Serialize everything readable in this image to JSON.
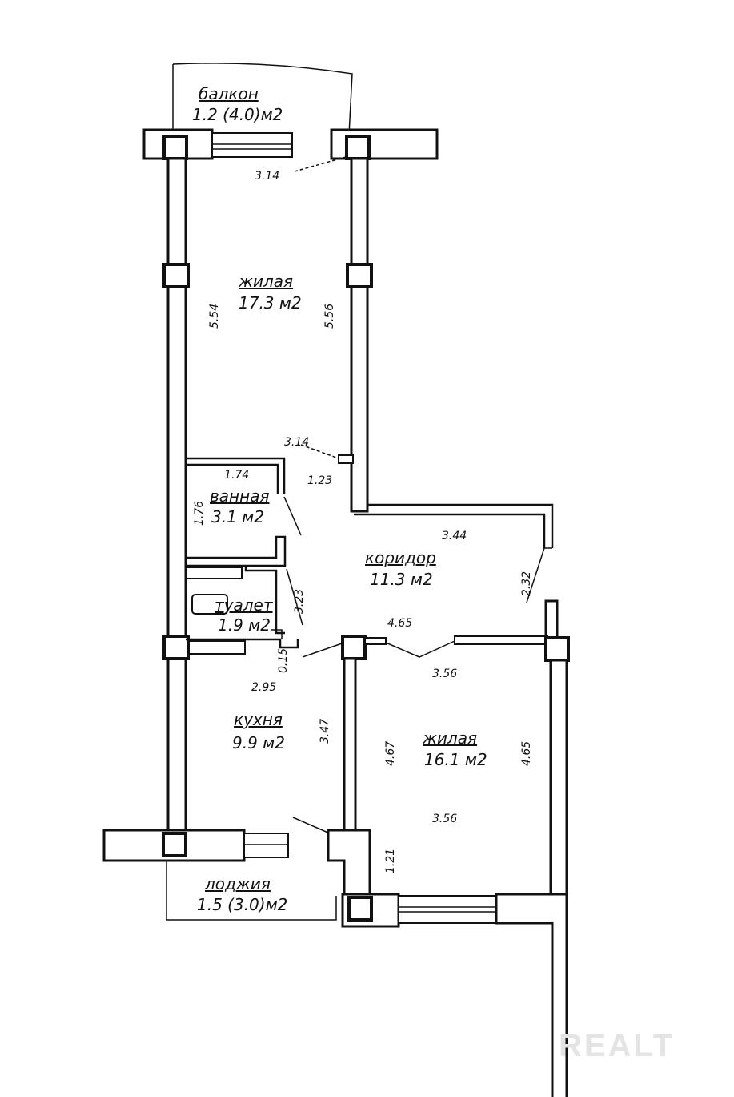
{
  "rooms": {
    "balcony": {
      "name": "балкон",
      "area": "1.2 (4.0)м2"
    },
    "living_top": {
      "name": "жилая",
      "area": "17.3 м2"
    },
    "bath": {
      "name": "ванная",
      "area": "3.1 м2"
    },
    "corridor": {
      "name": "коридор",
      "area": "11.3 м2"
    },
    "toilet": {
      "name": "туалет",
      "area": "1.9 м2"
    },
    "kitchen": {
      "name": "кухня",
      "area": "9.9 м2"
    },
    "living_bottom": {
      "name": "жилая",
      "area": "16.1 м2"
    },
    "loggia": {
      "name": "лоджия",
      "area": "1.5 (3.0)м2"
    }
  },
  "dimensions": {
    "d_314_top": "3.14",
    "d_554": "5.54",
    "d_556": "5.56",
    "d_314_mid": "3.14",
    "d_174": "1.74",
    "d_123": "1.23",
    "d_176": "1.76",
    "d_344": "3.44",
    "d_232": "2.32",
    "d_323": "3.23",
    "d_465_top": "4.65",
    "d_015": "0.15",
    "d_356_top": "3.56",
    "d_295": "2.95",
    "d_347": "3.47",
    "d_467": "4.67",
    "d_465_right": "4.65",
    "d_356_bottom": "3.56",
    "d_121": "1.21"
  },
  "watermark": "REALT"
}
